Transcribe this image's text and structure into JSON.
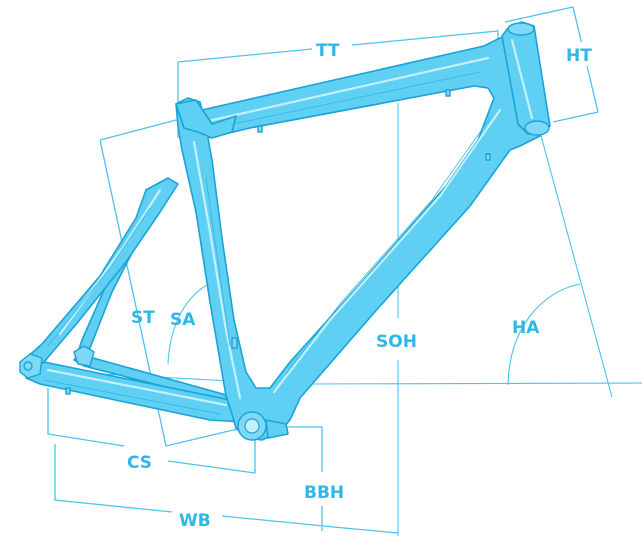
{
  "diagram": {
    "colors": {
      "frame": "#5fd0f3",
      "frame_outline": "#1aa3d6",
      "dimension_lines": "#4cc3ee",
      "labels": "#2fb7e8"
    },
    "labels": {
      "tt": "TT",
      "ht": "HT",
      "st": "ST",
      "sa": "SA",
      "soh": "SOH",
      "ha": "HA",
      "cs": "CS",
      "bbh": "BBH",
      "wb": "WB"
    }
  }
}
